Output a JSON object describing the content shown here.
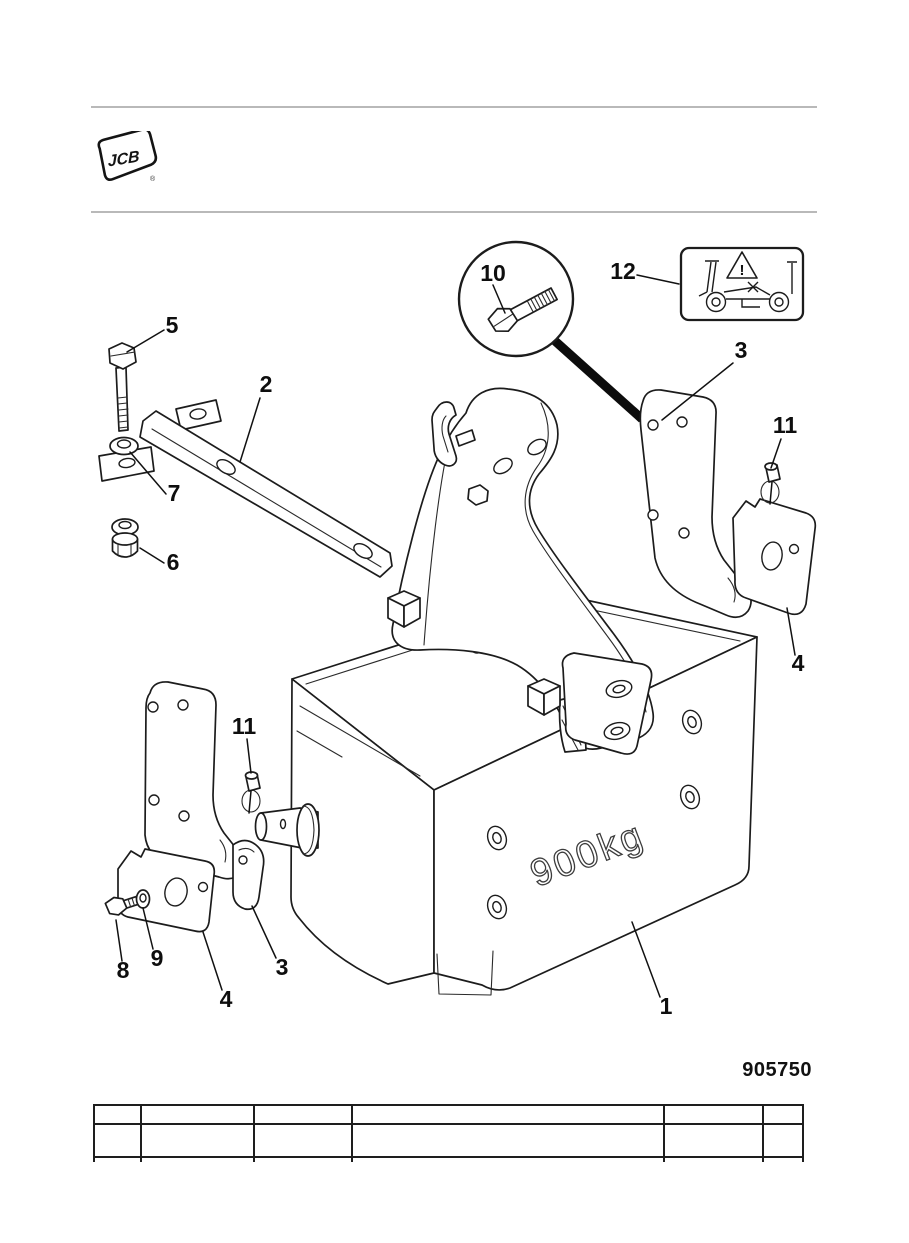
{
  "page": {
    "logo_text": "JCB",
    "registered_mark": "®",
    "drawing_number": "905750"
  },
  "diagram": {
    "weight_marking": "900kg",
    "warning_symbol": "!",
    "callouts": [
      {
        "label": "5"
      },
      {
        "label": "2"
      },
      {
        "label": "7"
      },
      {
        "label": "6"
      },
      {
        "label": "10"
      },
      {
        "label": "12"
      },
      {
        "label": "3"
      },
      {
        "label": "11"
      },
      {
        "label": "4"
      },
      {
        "label": "11"
      },
      {
        "label": "8"
      },
      {
        "label": "9"
      },
      {
        "label": "4"
      },
      {
        "label": "3"
      },
      {
        "label": "1"
      }
    ]
  },
  "table": {
    "header": [
      "",
      "",
      "",
      "",
      "",
      ""
    ],
    "rows": [
      [
        "",
        "",
        "",
        "",
        "",
        ""
      ]
    ]
  }
}
